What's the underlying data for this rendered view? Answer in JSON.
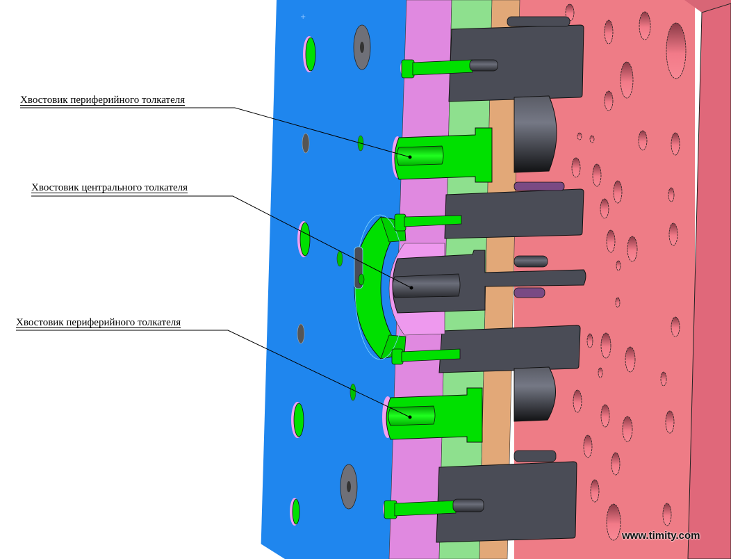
{
  "diagram": {
    "title": "Mould ejector assembly cross-section",
    "callouts": [
      {
        "id": "peripheral-ejector-tail-top",
        "text": "Хвостовик  периферийного толкателя"
      },
      {
        "id": "central-ejector-tail",
        "text": "Хвостовик центрального толкателя"
      },
      {
        "id": "peripheral-ejector-tail-bottom",
        "text": "Хвостовик периферийного толкателя"
      }
    ],
    "watermark": "www.timity.com"
  },
  "colors": {
    "clamp_plate_blue": "#1f86ee",
    "ejector_plate_pink": "#e089e0",
    "support_green": "#8ee08e",
    "bushing_orange": "#e2a878",
    "mould_plate_red": "#ee7c86",
    "mould_plate_side": "#e0687a",
    "ejector_part_green": "#00e000",
    "steel_dark": "#4a4c56",
    "pin_purple": "#7a4a84"
  }
}
